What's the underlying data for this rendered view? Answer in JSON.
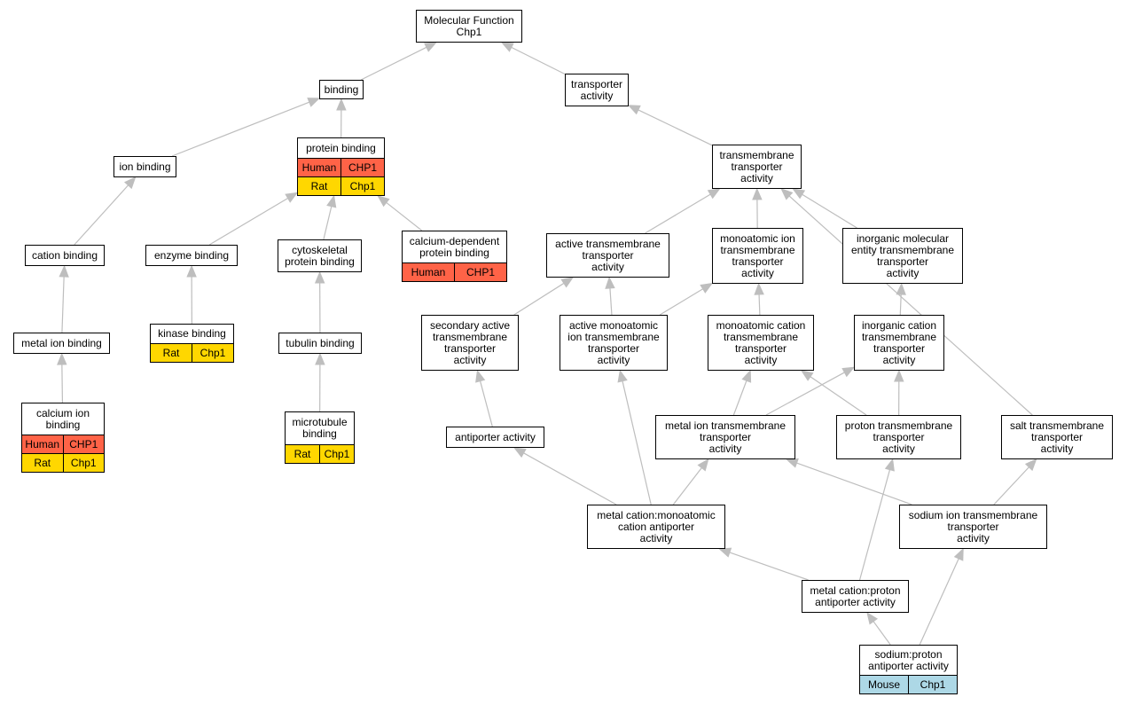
{
  "colors": {
    "Human": "#ff6347",
    "Rat": "#ffd700",
    "Mouse": "#add8e6",
    "edge": "#bebebe",
    "node_border": "#000000",
    "node_fill": "#ffffff"
  },
  "nodes": [
    {
      "id": "mf",
      "lines": [
        "Molecular Function",
        "Chp1"
      ],
      "rows": []
    },
    {
      "id": "binding",
      "lines": [
        "binding"
      ],
      "rows": []
    },
    {
      "id": "transporter_activity",
      "lines": [
        "transporter",
        "activity"
      ],
      "rows": []
    },
    {
      "id": "ion_binding",
      "lines": [
        "ion binding"
      ],
      "rows": []
    },
    {
      "id": "protein_binding",
      "lines": [
        "protein binding"
      ],
      "rows": [
        {
          "species": "Human",
          "gene": "CHP1"
        },
        {
          "species": "Rat",
          "gene": "Chp1"
        }
      ]
    },
    {
      "id": "tm_transporter",
      "lines": [
        "transmembrane",
        "transporter",
        "activity"
      ],
      "rows": []
    },
    {
      "id": "cation_binding",
      "lines": [
        "cation binding"
      ],
      "rows": []
    },
    {
      "id": "enzyme_binding",
      "lines": [
        "enzyme binding"
      ],
      "rows": []
    },
    {
      "id": "cytoskeletal_binding",
      "lines": [
        "cytoskeletal",
        "protein binding"
      ],
      "rows": []
    },
    {
      "id": "calcium_dep_binding",
      "lines": [
        "calcium-dependent",
        "protein binding"
      ],
      "rows": [
        {
          "species": "Human",
          "gene": "CHP1"
        }
      ]
    },
    {
      "id": "active_tm",
      "lines": [
        "active transmembrane",
        "transporter",
        "activity"
      ],
      "rows": []
    },
    {
      "id": "monoatomic_ion_tm",
      "lines": [
        "monoatomic ion",
        "transmembrane",
        "transporter",
        "activity"
      ],
      "rows": []
    },
    {
      "id": "inorganic_mol_tm",
      "lines": [
        "inorganic molecular",
        "entity transmembrane",
        "transporter",
        "activity"
      ],
      "rows": []
    },
    {
      "id": "metal_ion_binding",
      "lines": [
        "metal ion binding"
      ],
      "rows": []
    },
    {
      "id": "kinase_binding",
      "lines": [
        "kinase binding"
      ],
      "rows": [
        {
          "species": "Rat",
          "gene": "Chp1"
        }
      ]
    },
    {
      "id": "tubulin_binding",
      "lines": [
        "tubulin binding"
      ],
      "rows": []
    },
    {
      "id": "secondary_active",
      "lines": [
        "secondary active",
        "transmembrane",
        "transporter",
        "activity"
      ],
      "rows": []
    },
    {
      "id": "active_monoatomic",
      "lines": [
        "active monoatomic",
        "ion transmembrane",
        "transporter",
        "activity"
      ],
      "rows": []
    },
    {
      "id": "monoatomic_cation_tm",
      "lines": [
        "monoatomic cation",
        "transmembrane",
        "transporter",
        "activity"
      ],
      "rows": []
    },
    {
      "id": "inorganic_cation_tm",
      "lines": [
        "inorganic cation",
        "transmembrane",
        "transporter",
        "activity"
      ],
      "rows": []
    },
    {
      "id": "calcium_ion_binding",
      "lines": [
        "calcium ion",
        "binding"
      ],
      "rows": [
        {
          "species": "Human",
          "gene": "CHP1"
        },
        {
          "species": "Rat",
          "gene": "Chp1"
        }
      ]
    },
    {
      "id": "microtubule_binding",
      "lines": [
        "microtubule",
        "binding"
      ],
      "rows": [
        {
          "species": "Rat",
          "gene": "Chp1"
        }
      ]
    },
    {
      "id": "antiporter",
      "lines": [
        "antiporter activity"
      ],
      "rows": []
    },
    {
      "id": "metal_ion_tm",
      "lines": [
        "metal ion transmembrane",
        "transporter",
        "activity"
      ],
      "rows": []
    },
    {
      "id": "proton_tm",
      "lines": [
        "proton transmembrane",
        "transporter",
        "activity"
      ],
      "rows": []
    },
    {
      "id": "salt_tm",
      "lines": [
        "salt transmembrane",
        "transporter",
        "activity"
      ],
      "rows": []
    },
    {
      "id": "metal_cation_antiporter",
      "lines": [
        "metal cation:monoatomic",
        "cation antiporter",
        "activity"
      ],
      "rows": []
    },
    {
      "id": "sodium_ion_tm",
      "lines": [
        "sodium ion transmembrane",
        "transporter",
        "activity"
      ],
      "rows": []
    },
    {
      "id": "metal_cation_proton",
      "lines": [
        "metal cation:proton",
        "antiporter activity"
      ],
      "rows": []
    },
    {
      "id": "sodium_proton",
      "lines": [
        "sodium:proton",
        "antiporter activity"
      ],
      "rows": [
        {
          "species": "Mouse",
          "gene": "Chp1"
        }
      ]
    }
  ],
  "edges": [
    [
      "binding",
      "mf"
    ],
    [
      "transporter_activity",
      "mf"
    ],
    [
      "ion_binding",
      "binding"
    ],
    [
      "protein_binding",
      "binding"
    ],
    [
      "tm_transporter",
      "transporter_activity"
    ],
    [
      "cation_binding",
      "ion_binding"
    ],
    [
      "enzyme_binding",
      "protein_binding"
    ],
    [
      "cytoskeletal_binding",
      "protein_binding"
    ],
    [
      "calcium_dep_binding",
      "protein_binding"
    ],
    [
      "active_tm",
      "tm_transporter"
    ],
    [
      "monoatomic_ion_tm",
      "tm_transporter"
    ],
    [
      "inorganic_mol_tm",
      "tm_transporter"
    ],
    [
      "salt_tm",
      "tm_transporter"
    ],
    [
      "metal_ion_binding",
      "cation_binding"
    ],
    [
      "kinase_binding",
      "enzyme_binding"
    ],
    [
      "tubulin_binding",
      "cytoskeletal_binding"
    ],
    [
      "calcium_ion_binding",
      "metal_ion_binding"
    ],
    [
      "microtubule_binding",
      "tubulin_binding"
    ],
    [
      "secondary_active",
      "active_tm"
    ],
    [
      "active_monoatomic",
      "active_tm"
    ],
    [
      "active_monoatomic",
      "monoatomic_ion_tm"
    ],
    [
      "monoatomic_cation_tm",
      "monoatomic_ion_tm"
    ],
    [
      "inorganic_cation_tm",
      "inorganic_mol_tm"
    ],
    [
      "antiporter",
      "secondary_active"
    ],
    [
      "metal_cation_antiporter",
      "antiporter"
    ],
    [
      "metal_cation_antiporter",
      "active_monoatomic"
    ],
    [
      "metal_cation_antiporter",
      "metal_ion_tm"
    ],
    [
      "metal_ion_tm",
      "monoatomic_cation_tm"
    ],
    [
      "metal_ion_tm",
      "inorganic_cation_tm"
    ],
    [
      "proton_tm",
      "monoatomic_cation_tm"
    ],
    [
      "proton_tm",
      "inorganic_cation_tm"
    ],
    [
      "sodium_ion_tm",
      "metal_ion_tm"
    ],
    [
      "sodium_ion_tm",
      "salt_tm"
    ],
    [
      "metal_cation_proton",
      "metal_cation_antiporter"
    ],
    [
      "metal_cation_proton",
      "proton_tm"
    ],
    [
      "sodium_proton",
      "metal_cation_proton"
    ],
    [
      "sodium_proton",
      "sodium_ion_tm"
    ]
  ]
}
